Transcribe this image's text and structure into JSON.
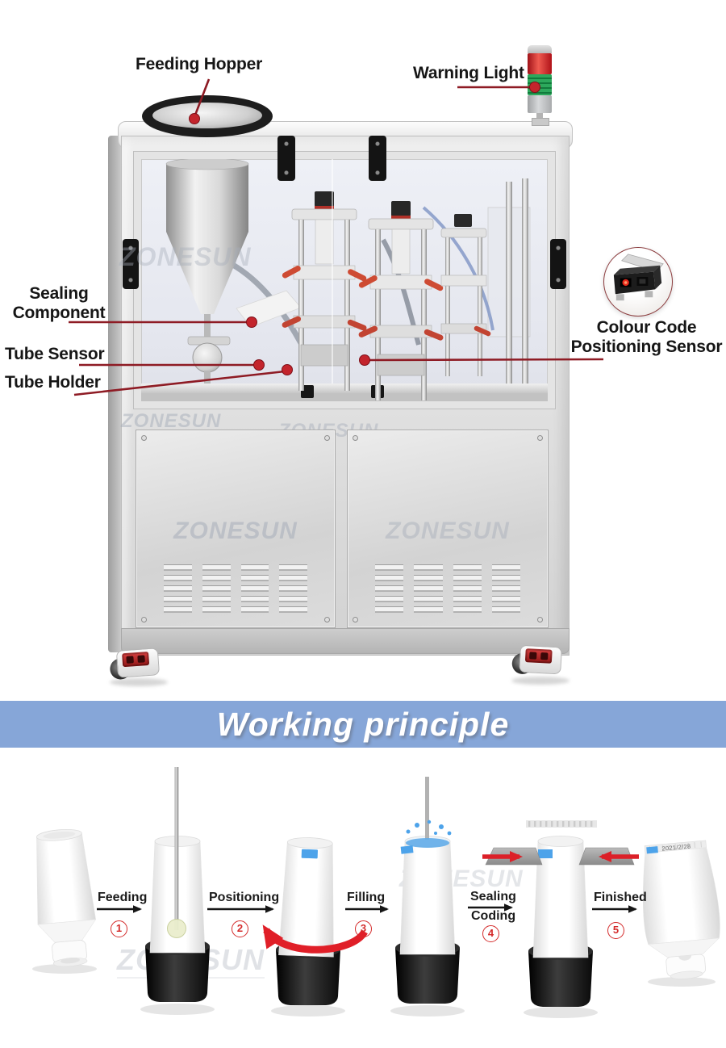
{
  "brand": "ZONESUN",
  "machine": {
    "callouts": {
      "feeding_hopper": "Feeding Hopper",
      "warning_light": "Warning Light",
      "sealing_line1": "Sealing",
      "sealing_line2": "Component",
      "tube_sensor": "Tube Sensor",
      "tube_holder": "Tube Holder",
      "colour_line1": "Colour Code",
      "colour_line2": "Positioning Sensor"
    }
  },
  "banner": {
    "title": "Working principle"
  },
  "steps": [
    {
      "label": "Feeding",
      "number": "1"
    },
    {
      "label": "Positioning",
      "number": "2"
    },
    {
      "label": "Filling",
      "number": "3"
    },
    {
      "label": "Sealing",
      "label2": "Coding",
      "number": "4"
    },
    {
      "label": "Finished",
      "number": "5"
    }
  ],
  "finished_tube": {
    "date_code": "2021/2/28"
  },
  "colors": {
    "leader_line": "#8e1b24",
    "marker_dot": "#c3242c",
    "accent_red": "#e01f28",
    "banner_bg": "#86a6d8",
    "banner_text": "#ffffff",
    "tube_mark_blue": "#4da3ea",
    "warning_red": "#c81f1f",
    "warning_green": "#1f8f4c",
    "step_number_red": "#d42a2a",
    "watermark_gray": "#a7aeba"
  }
}
